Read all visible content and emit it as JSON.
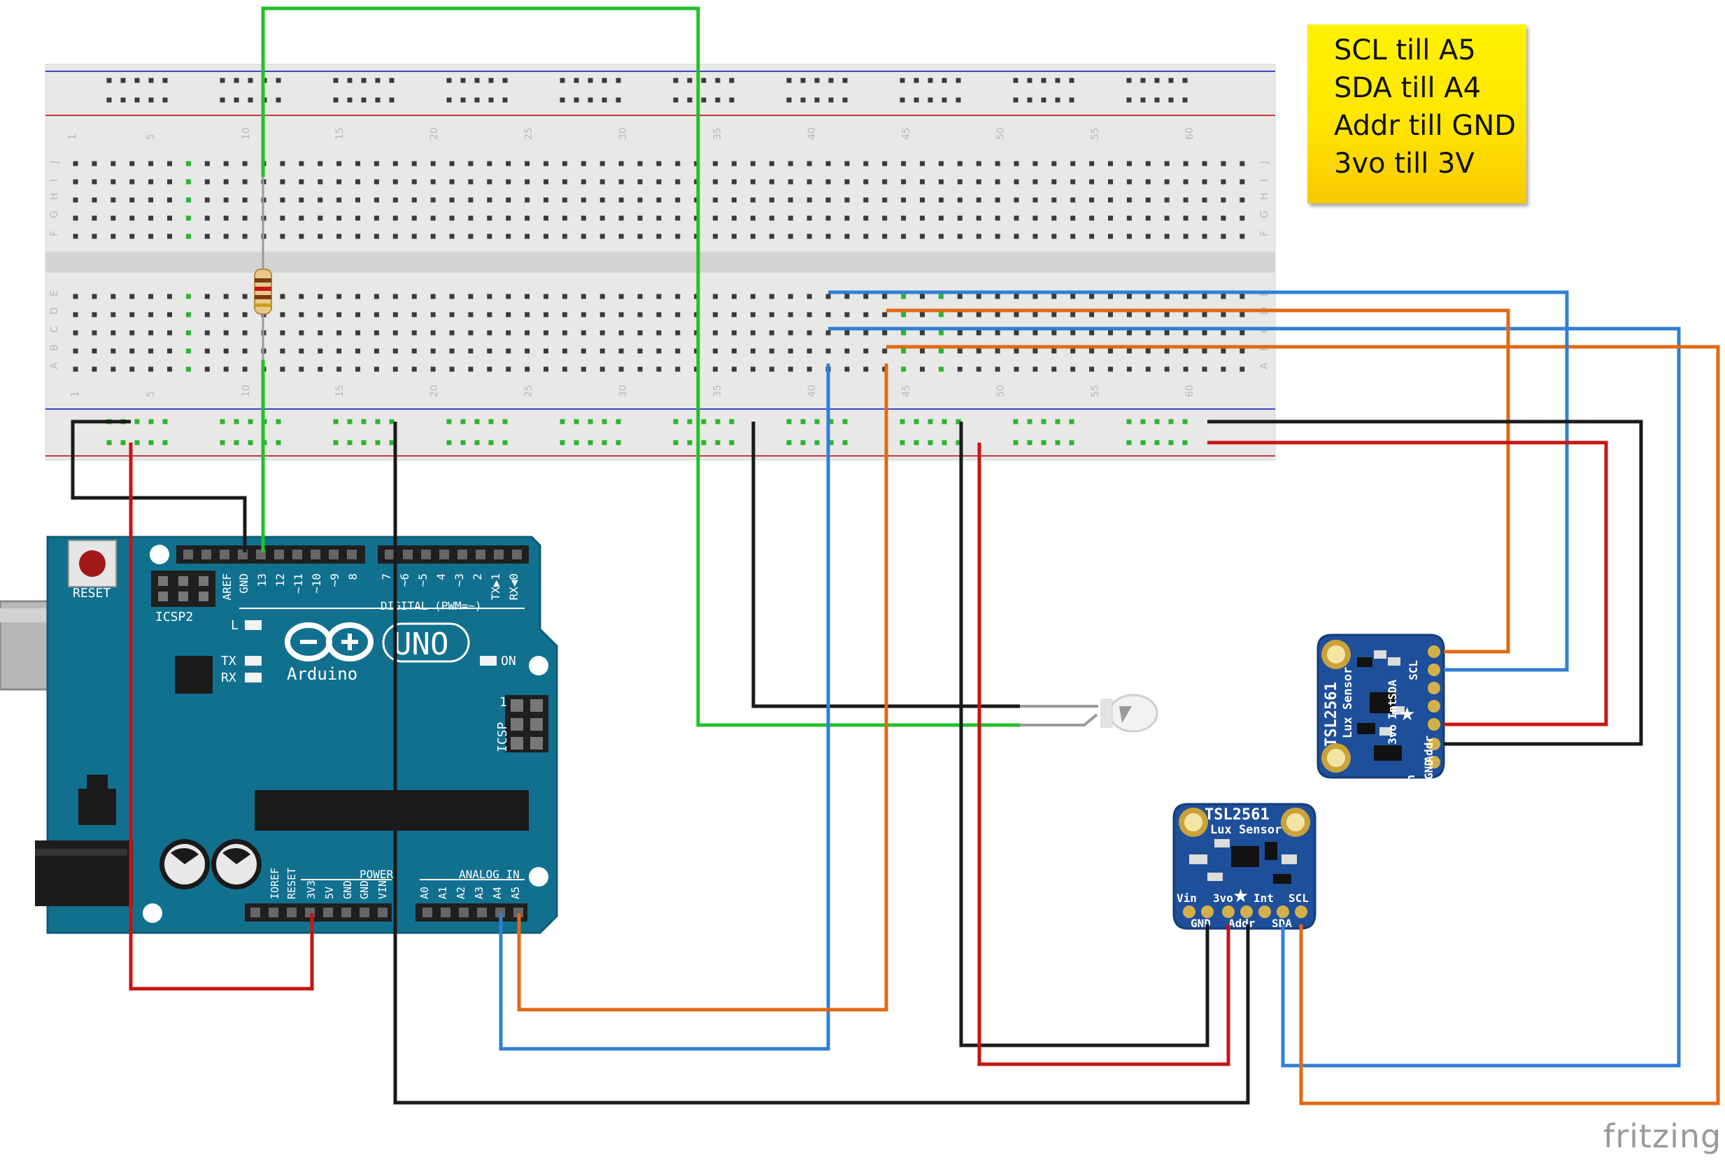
{
  "note": {
    "lines": [
      "SCL till A5",
      "SDA till A4",
      "Addr till GND",
      "3vo till 3V"
    ]
  },
  "watermark": "fritzing",
  "colors": {
    "green_wire": "#22c12a",
    "blue_wire": "#2f7fd6",
    "orange_wire": "#e06a14",
    "red_wire": "#c71414",
    "black_wire": "#1a1a1a",
    "arduino_board": "#12708f",
    "sensor_board": "#1e4f9a",
    "note_bg": "#ffee00"
  },
  "breadboard": {
    "column_numbers": [
      "1",
      "5",
      "10",
      "15",
      "20",
      "25",
      "30",
      "35",
      "40",
      "45",
      "50",
      "55",
      "60"
    ],
    "row_letters_top": [
      "J",
      "I",
      "H",
      "G",
      "F"
    ],
    "row_letters_bottom": [
      "E",
      "D",
      "C",
      "B",
      "A"
    ]
  },
  "arduino": {
    "reset_label": "RESET",
    "icsp2_label": "ICSP2",
    "icsp_label": "ICSP",
    "icsp_pin1": "1",
    "l_label": "L",
    "tx_label": "TX",
    "rx_label": "RX",
    "on_label": "ON",
    "logo_text": "Arduino",
    "uno_text": "UNO",
    "digital_label": "DIGITAL (PWM=~)",
    "digital_pins_left": [
      "AREF",
      "GND",
      "13",
      "12",
      "~11",
      "~10",
      "~9",
      "8"
    ],
    "digital_pins_right": [
      "7",
      "~6",
      "~5",
      "4",
      "~3",
      "2",
      "TX▶1",
      "RX◀0"
    ],
    "power_label": "POWER",
    "power_pins": [
      "IOREF",
      "RESET",
      "3V3",
      "5V",
      "GND",
      "GND",
      "VIN"
    ],
    "analog_label": "ANALOG IN",
    "analog_pins": [
      "A0",
      "A1",
      "A2",
      "A3",
      "A4",
      "A5"
    ]
  },
  "sensor1": {
    "title": "TSL2561",
    "subtitle": "Lux Sensor",
    "pins": [
      "SCL",
      "SDA",
      "Int",
      "3vo",
      "Addr",
      "GND",
      "Vin"
    ]
  },
  "sensor2": {
    "title": "TSL2561",
    "subtitle": "Lux Sensor",
    "pins_top": [
      "Vin",
      "3vo",
      "Int",
      "SCL"
    ],
    "pins_bottom": [
      "GND",
      "Addr",
      "SDA"
    ]
  }
}
